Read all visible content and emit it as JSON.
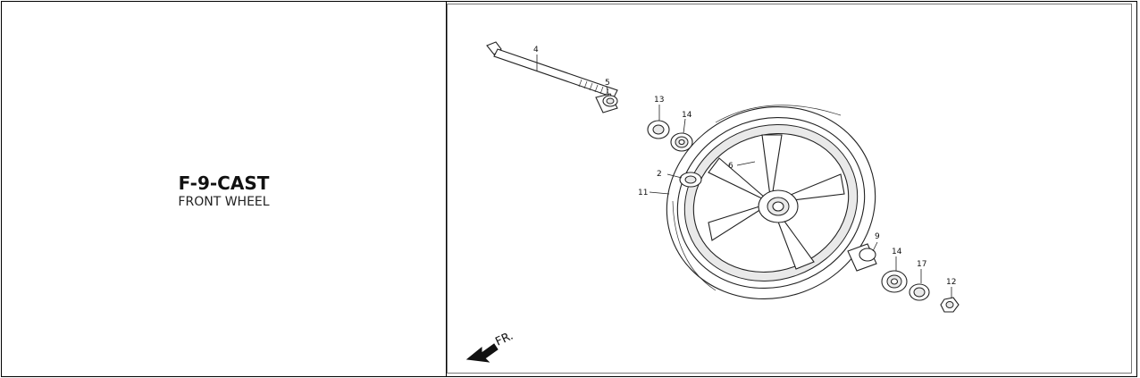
{
  "page": {
    "code": "F-9-CAST",
    "name": "FRONT WHEEL"
  },
  "diagram": {
    "callouts": [
      {
        "id": "axle",
        "label": "4"
      },
      {
        "id": "collar",
        "label": "5"
      },
      {
        "id": "seal-left",
        "label": "13"
      },
      {
        "id": "bearing-left",
        "label": "14"
      },
      {
        "id": "distance-collar",
        "label": "2"
      },
      {
        "id": "tire",
        "label": "11"
      },
      {
        "id": "wheel",
        "label": "6"
      },
      {
        "id": "side-collar",
        "label": "9"
      },
      {
        "id": "bearing-right",
        "label": "14"
      },
      {
        "id": "seal-right",
        "label": "17"
      },
      {
        "id": "axle-nut",
        "label": "12"
      }
    ],
    "direction_label": "FR."
  },
  "colors": {
    "line": "#222222",
    "border": "#000000"
  }
}
